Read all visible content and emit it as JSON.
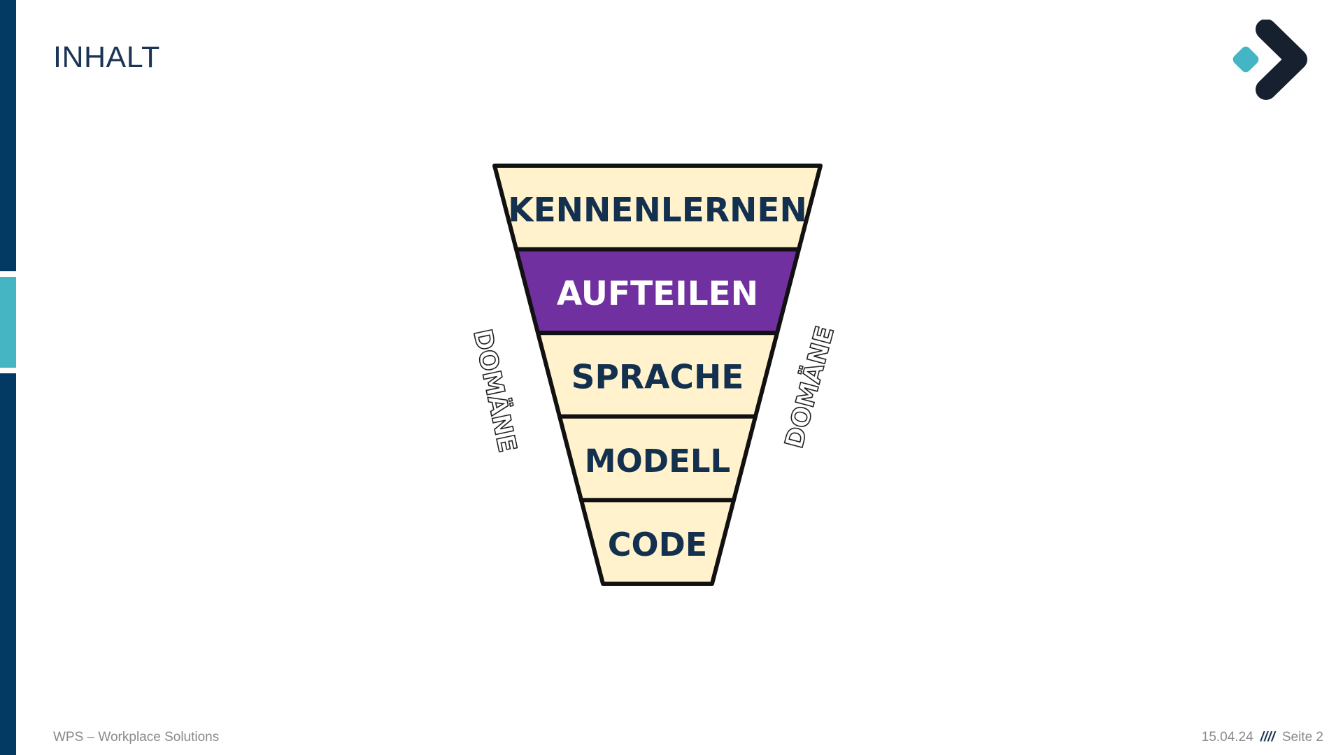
{
  "slide": {
    "title": "INHALT",
    "footer_left": "WPS – Workplace Solutions",
    "footer_date": "15.04.24",
    "footer_separator": "////",
    "footer_page": "Seite 2"
  },
  "logo": {
    "icon": "wps-logo-icon",
    "colors": {
      "diamond": "#45b5c4",
      "chevron": "#16202f"
    }
  },
  "funnel": {
    "highlight_color": "#7030a0",
    "fill_color": "#fff2cc",
    "text_color": "#13304f",
    "levels": [
      {
        "label": "KENNENLERNEN",
        "highlighted": false
      },
      {
        "label": "AUFTEILEN",
        "highlighted": true
      },
      {
        "label": "SPRACHE",
        "highlighted": false
      },
      {
        "label": "MODELL",
        "highlighted": false
      },
      {
        "label": "CODE",
        "highlighted": false
      }
    ],
    "side_label_left": "DOMÄNE",
    "side_label_right": "DOMÄNE"
  }
}
